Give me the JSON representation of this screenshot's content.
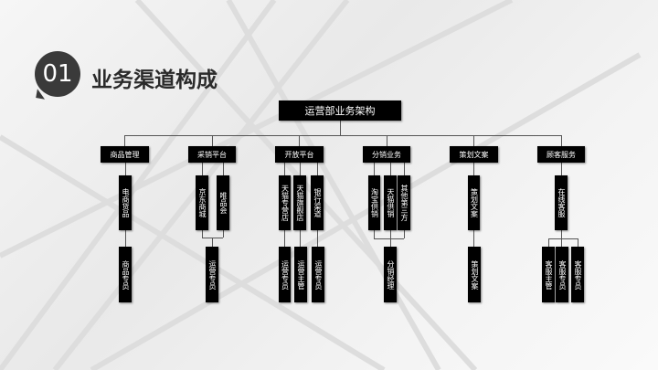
{
  "header": {
    "number": "01",
    "title": "业务渠道构成"
  },
  "root": "运营部业务架构",
  "categories": [
    "商品管理",
    "采销平台",
    "开放平台",
    "分销业务",
    "策划文案",
    "顾客服务"
  ],
  "level2": [
    "电商货品",
    "京东商城",
    "唯品会",
    "天猫专营店",
    "天猫旗舰店",
    "银行渠道",
    "淘宝供销",
    "天猫供销",
    "其他第三方",
    "策划文案",
    "在线客服"
  ],
  "level3": [
    "商品专员",
    "运营专员",
    "运营专员",
    "运营主管",
    "运营专员",
    "分销经理",
    "策划文案",
    "客服主管",
    "客服专员",
    "客服专员"
  ]
}
